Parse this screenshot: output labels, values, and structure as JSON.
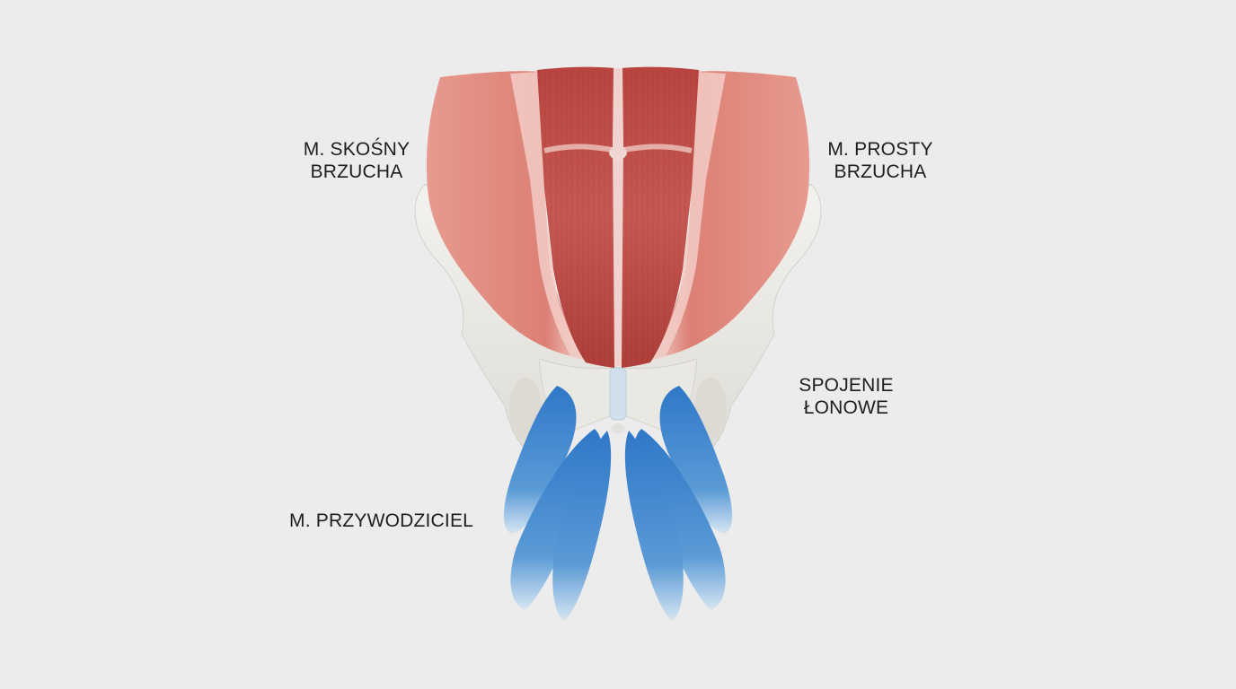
{
  "labels": {
    "oblique": {
      "line1": "M. SKOŚNY",
      "line2": "BRZUCHA"
    },
    "rectus": {
      "line1": "M. PROSTY",
      "line2": "BRZUCHA"
    },
    "symphysis": {
      "line1": "SPOJENIE",
      "line2": "ŁONOWE"
    },
    "adductor": {
      "line1": "M. PRZYWODZICIEL"
    }
  },
  "colors": {
    "background": "#ececec",
    "muscle_oblique": "#de8478",
    "muscle_rectus": "#bf4f49",
    "fascia": "#f1c8c2",
    "bone": "#ecebe6",
    "adductor": "#4f8fd0",
    "symphysis_disc": "#cfe0ea"
  }
}
